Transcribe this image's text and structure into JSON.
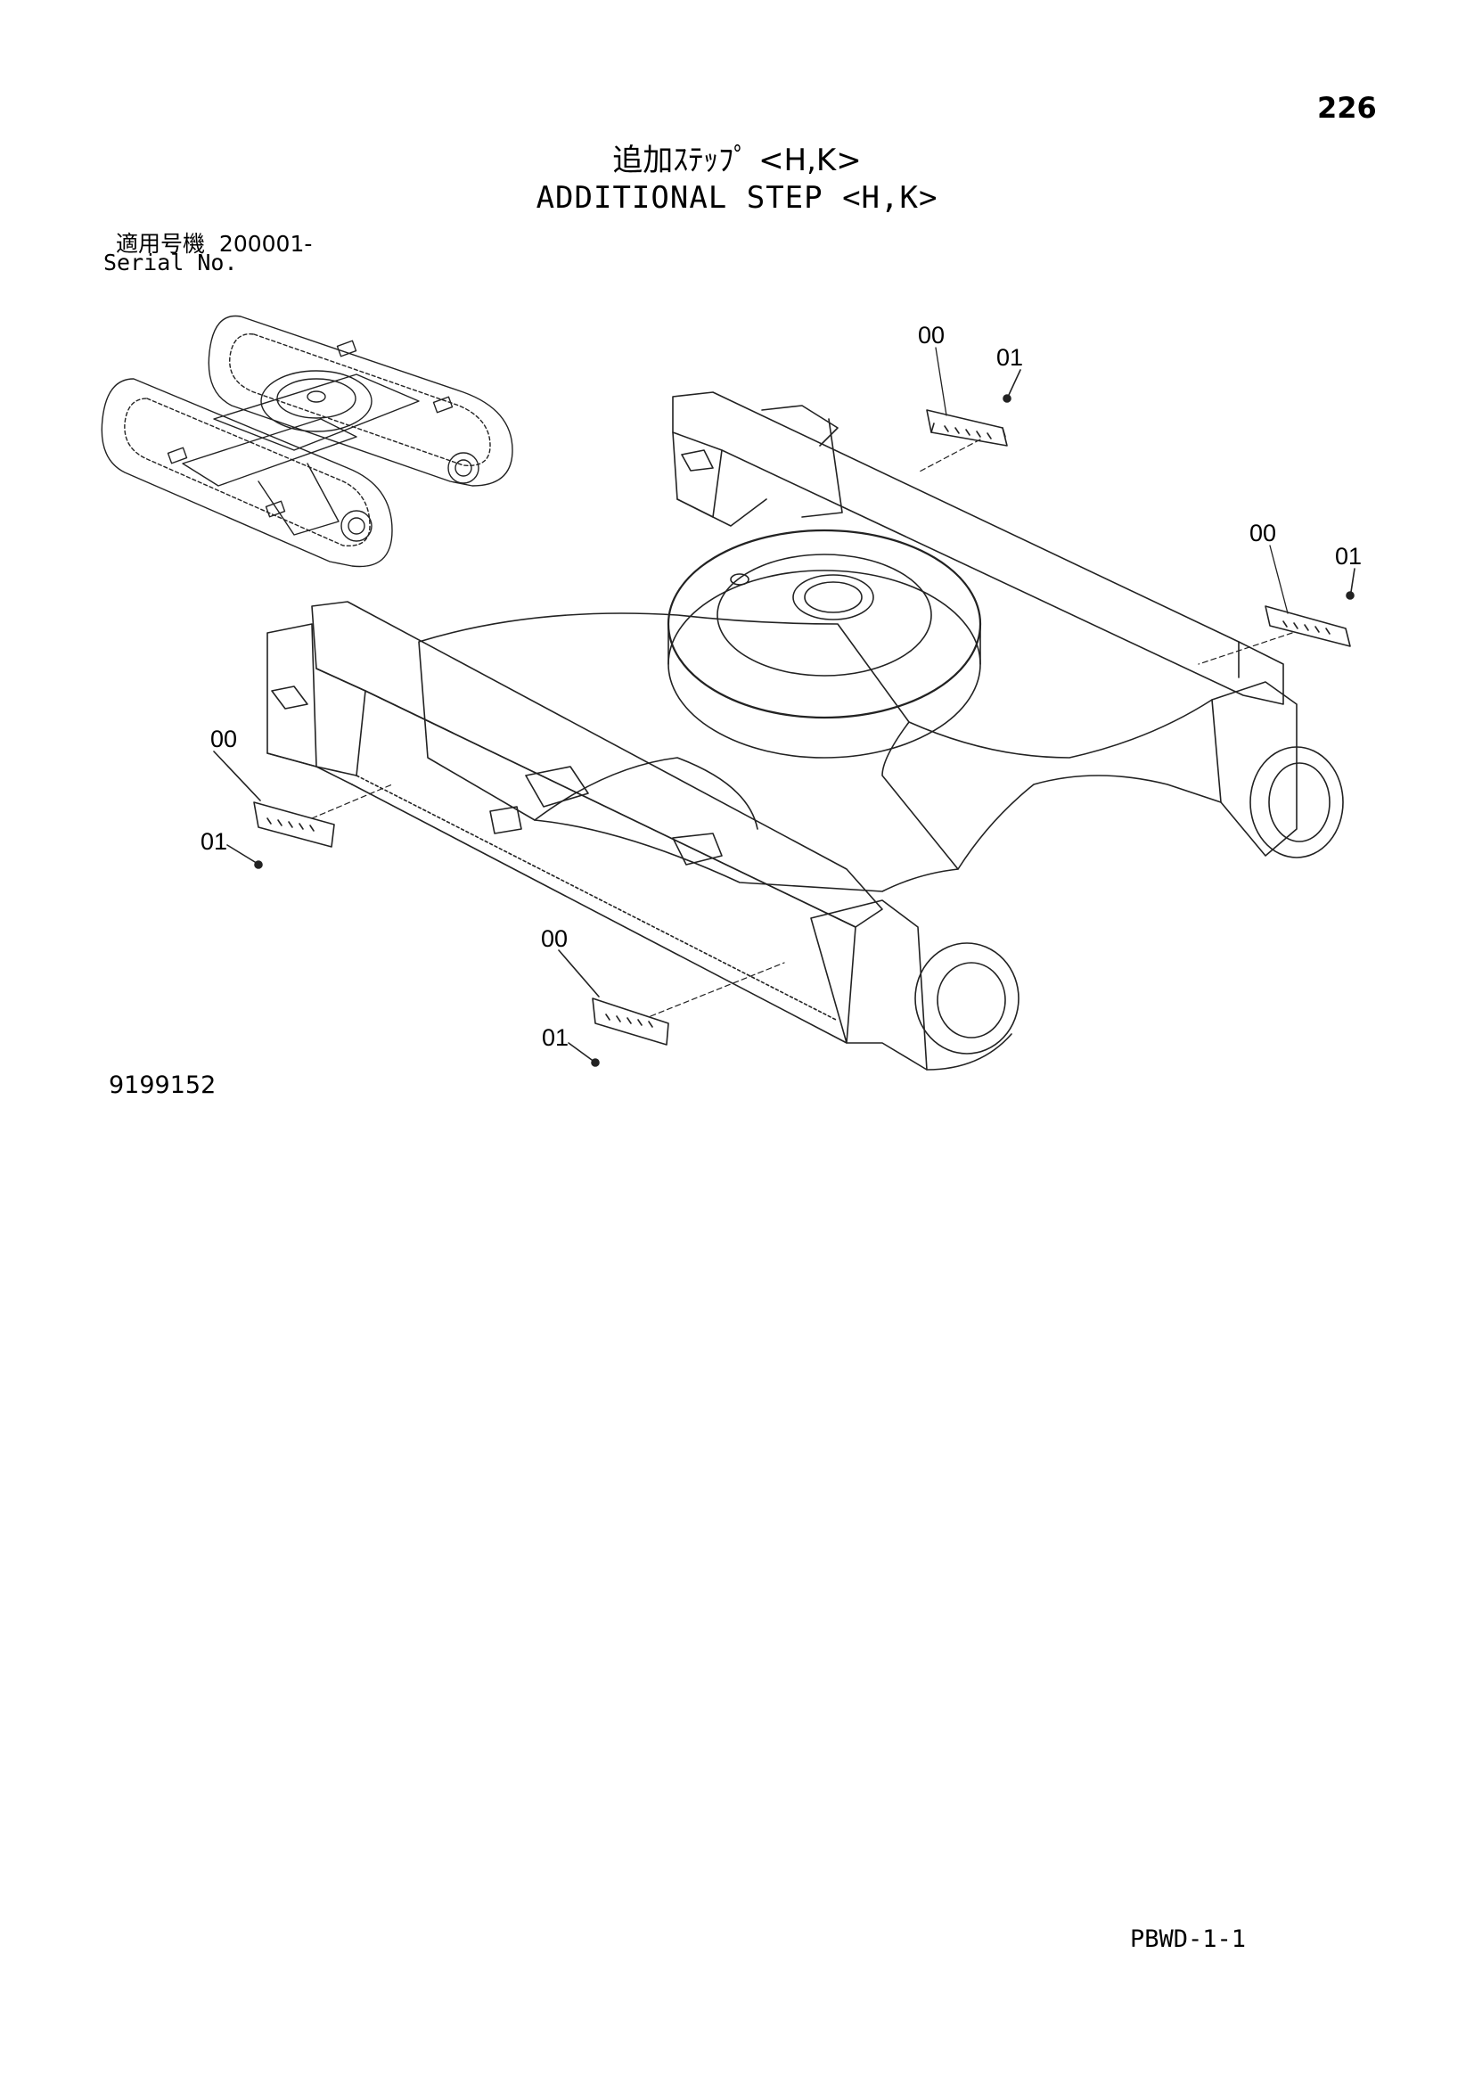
{
  "header": {
    "page_number": "226",
    "title_jp": "追加ｽﾃｯﾌﾟ <H,K>",
    "title_en": "ADDITIONAL STEP <H,K>",
    "serial_label_jp": "適用号機",
    "serial_range": "200001-",
    "serial_label_en": "Serial No."
  },
  "diagram": {
    "callouts": [
      {
        "id": "c1",
        "label": "00"
      },
      {
        "id": "c2",
        "label": "01"
      },
      {
        "id": "c3",
        "label": "00"
      },
      {
        "id": "c4",
        "label": "01"
      },
      {
        "id": "c5",
        "label": "00"
      },
      {
        "id": "c6",
        "label": "01"
      },
      {
        "id": "c7",
        "label": "00"
      },
      {
        "id": "c8",
        "label": "01"
      }
    ]
  },
  "footer": {
    "drawing_number": "9199152",
    "page_code": "PBWD-1-1"
  }
}
